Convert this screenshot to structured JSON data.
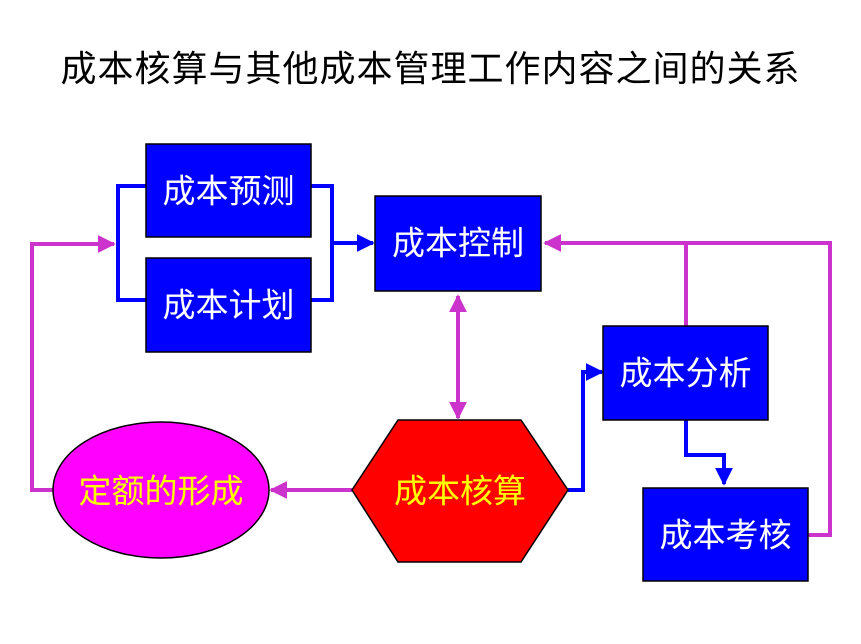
{
  "title": "成本核算与其他成本管理工作内容之间的关系",
  "colors": {
    "box_fill": "#0000FF",
    "box_stroke": "#000000",
    "box_text": "#FFFFFF",
    "hexagon_fill": "#FF0000",
    "hexagon_text": "#FFFF00",
    "ellipse_fill": "#FF00FF",
    "ellipse_text": "#FFFF00",
    "blue_line": "#0000FF",
    "magenta_line": "#CC33CC"
  },
  "nodes": {
    "forecast": "成本预测",
    "plan": "成本计划",
    "control": "成本控制",
    "analysis": "成本分析",
    "accounting": "成本核算",
    "assessment": "成本考核",
    "quota": "定额的形成"
  }
}
